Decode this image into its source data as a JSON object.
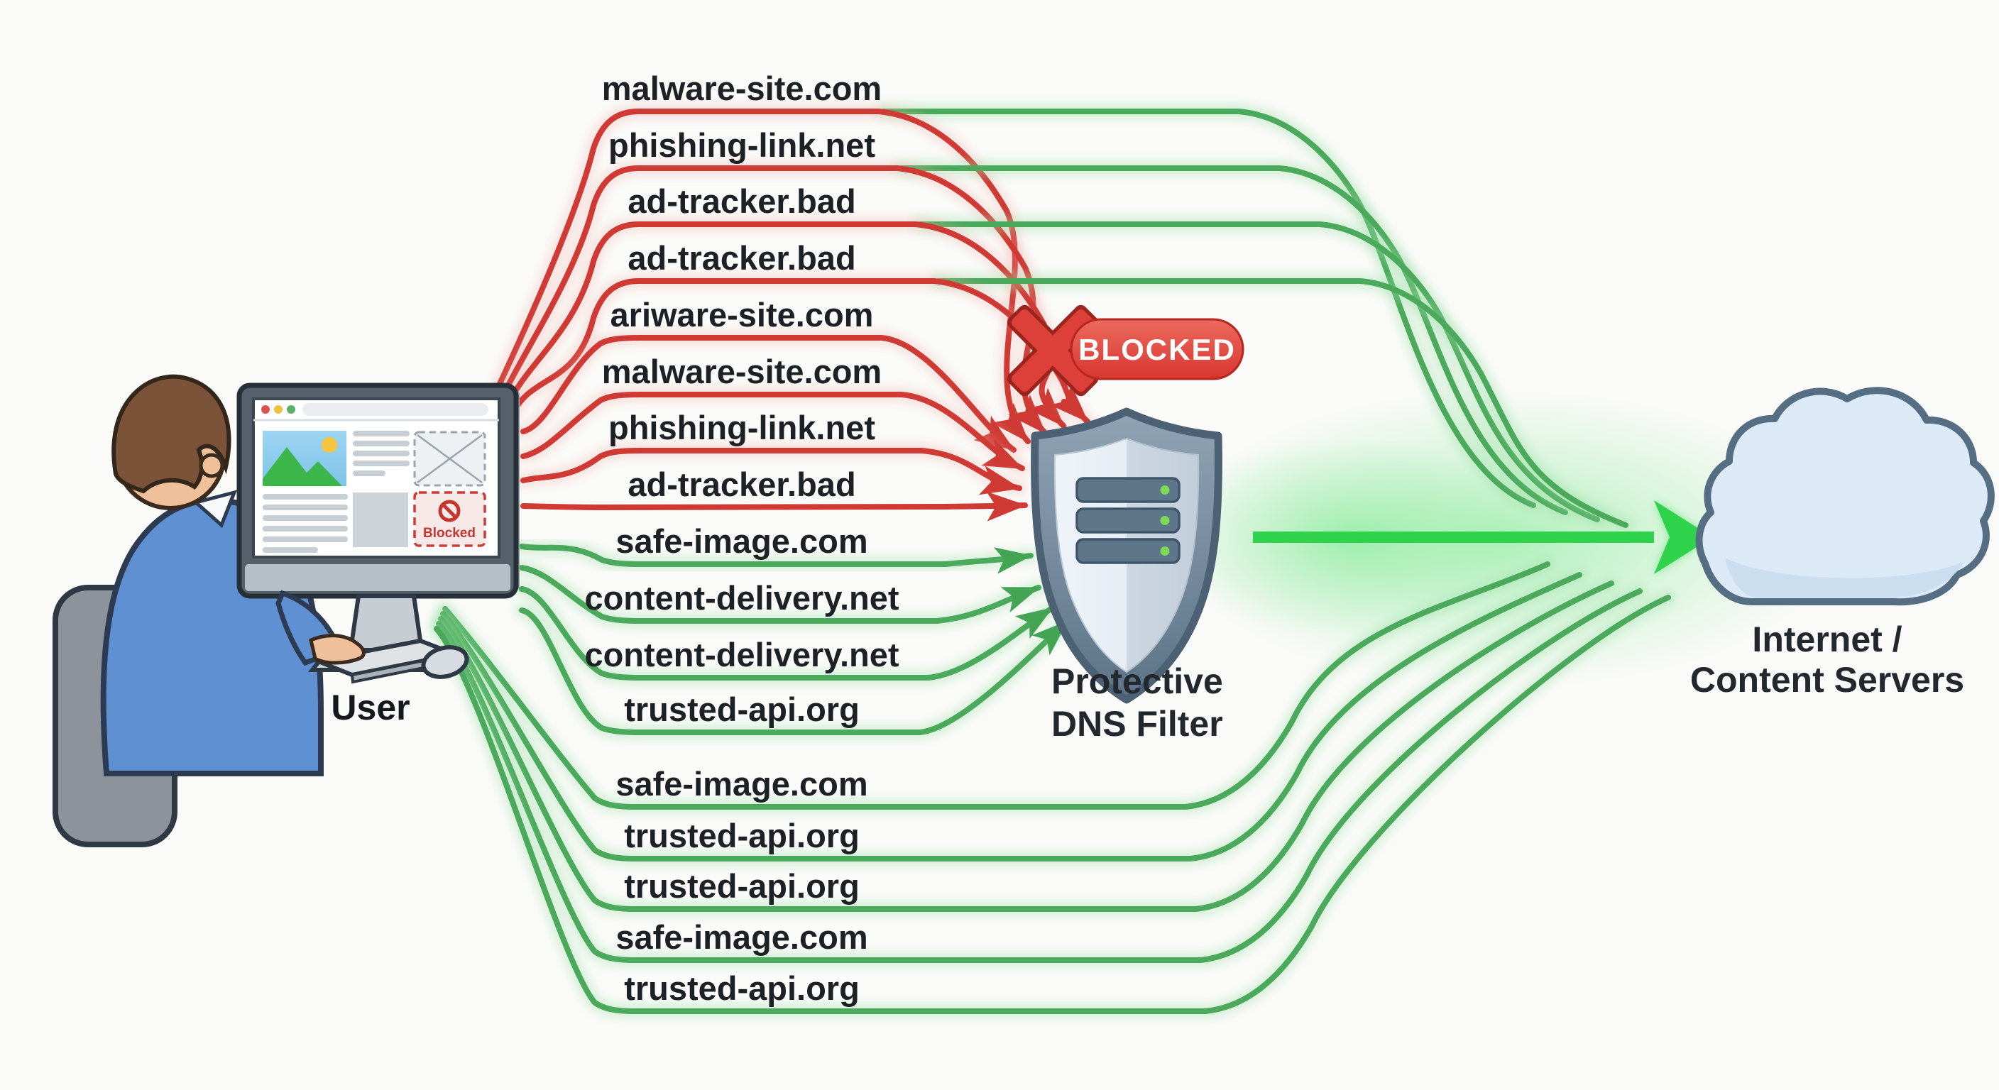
{
  "scene": {
    "user_label": "User",
    "blocked_badge": "BLOCKED",
    "filter_label_line1": "Protective",
    "filter_label_line2": "DNS Filter",
    "cloud_label_line1": "Internet /",
    "cloud_label_line2": "Content Servers",
    "monitor_blocked_chip": "Blocked"
  },
  "colors": {
    "background": "#fafaf8",
    "blocked_line": "#cf3b34",
    "blocked_glow": "#f0aca6",
    "allowed_line": "#4aa95a",
    "allowed_glow": "#9fdfa9",
    "beam": "#2fd24b",
    "beam_glow": "#7de88f",
    "label_text": "#1d2126",
    "badge_fill_top": "#ec6a5e",
    "badge_fill_bottom": "#d7372f",
    "badge_text": "#ffffff",
    "x_fill": "#dd4038",
    "x_edge": "#9c241e"
  },
  "requests": [
    {
      "domain": "malware-site.com",
      "status": "blocked",
      "route": "filtered",
      "bypass": true
    },
    {
      "domain": "phishing-link.net",
      "status": "blocked",
      "route": "filtered",
      "bypass": true
    },
    {
      "domain": "ad-tracker.bad",
      "status": "blocked",
      "route": "filtered",
      "bypass": true
    },
    {
      "domain": "ad-tracker.bad",
      "status": "blocked",
      "route": "filtered",
      "bypass": true
    },
    {
      "domain": "ariware-site.com",
      "status": "blocked",
      "route": "filtered",
      "bypass": false
    },
    {
      "domain": "malware-site.com",
      "status": "blocked",
      "route": "filtered",
      "bypass": false
    },
    {
      "domain": "phishing-link.net",
      "status": "blocked",
      "route": "filtered",
      "bypass": false
    },
    {
      "domain": "ad-tracker.bad",
      "status": "blocked",
      "route": "filtered",
      "bypass": false
    },
    {
      "domain": "safe-image.com",
      "status": "allowed",
      "route": "filtered",
      "bypass": false
    },
    {
      "domain": "content-delivery.net",
      "status": "allowed",
      "route": "filtered",
      "bypass": false
    },
    {
      "domain": "content-delivery.net",
      "status": "allowed",
      "route": "filtered",
      "bypass": false
    },
    {
      "domain": "trusted-api.org",
      "status": "allowed",
      "route": "filtered",
      "bypass": false
    },
    {
      "domain": "safe-image.com",
      "status": "allowed",
      "route": "direct",
      "bypass": false
    },
    {
      "domain": "trusted-api.org",
      "status": "allowed",
      "route": "direct",
      "bypass": false
    },
    {
      "domain": "trusted-api.org",
      "status": "allowed",
      "route": "direct",
      "bypass": false
    },
    {
      "domain": "safe-image.com",
      "status": "allowed",
      "route": "direct",
      "bypass": false
    },
    {
      "domain": "trusted-api.org",
      "status": "allowed",
      "route": "direct",
      "bypass": false
    }
  ]
}
